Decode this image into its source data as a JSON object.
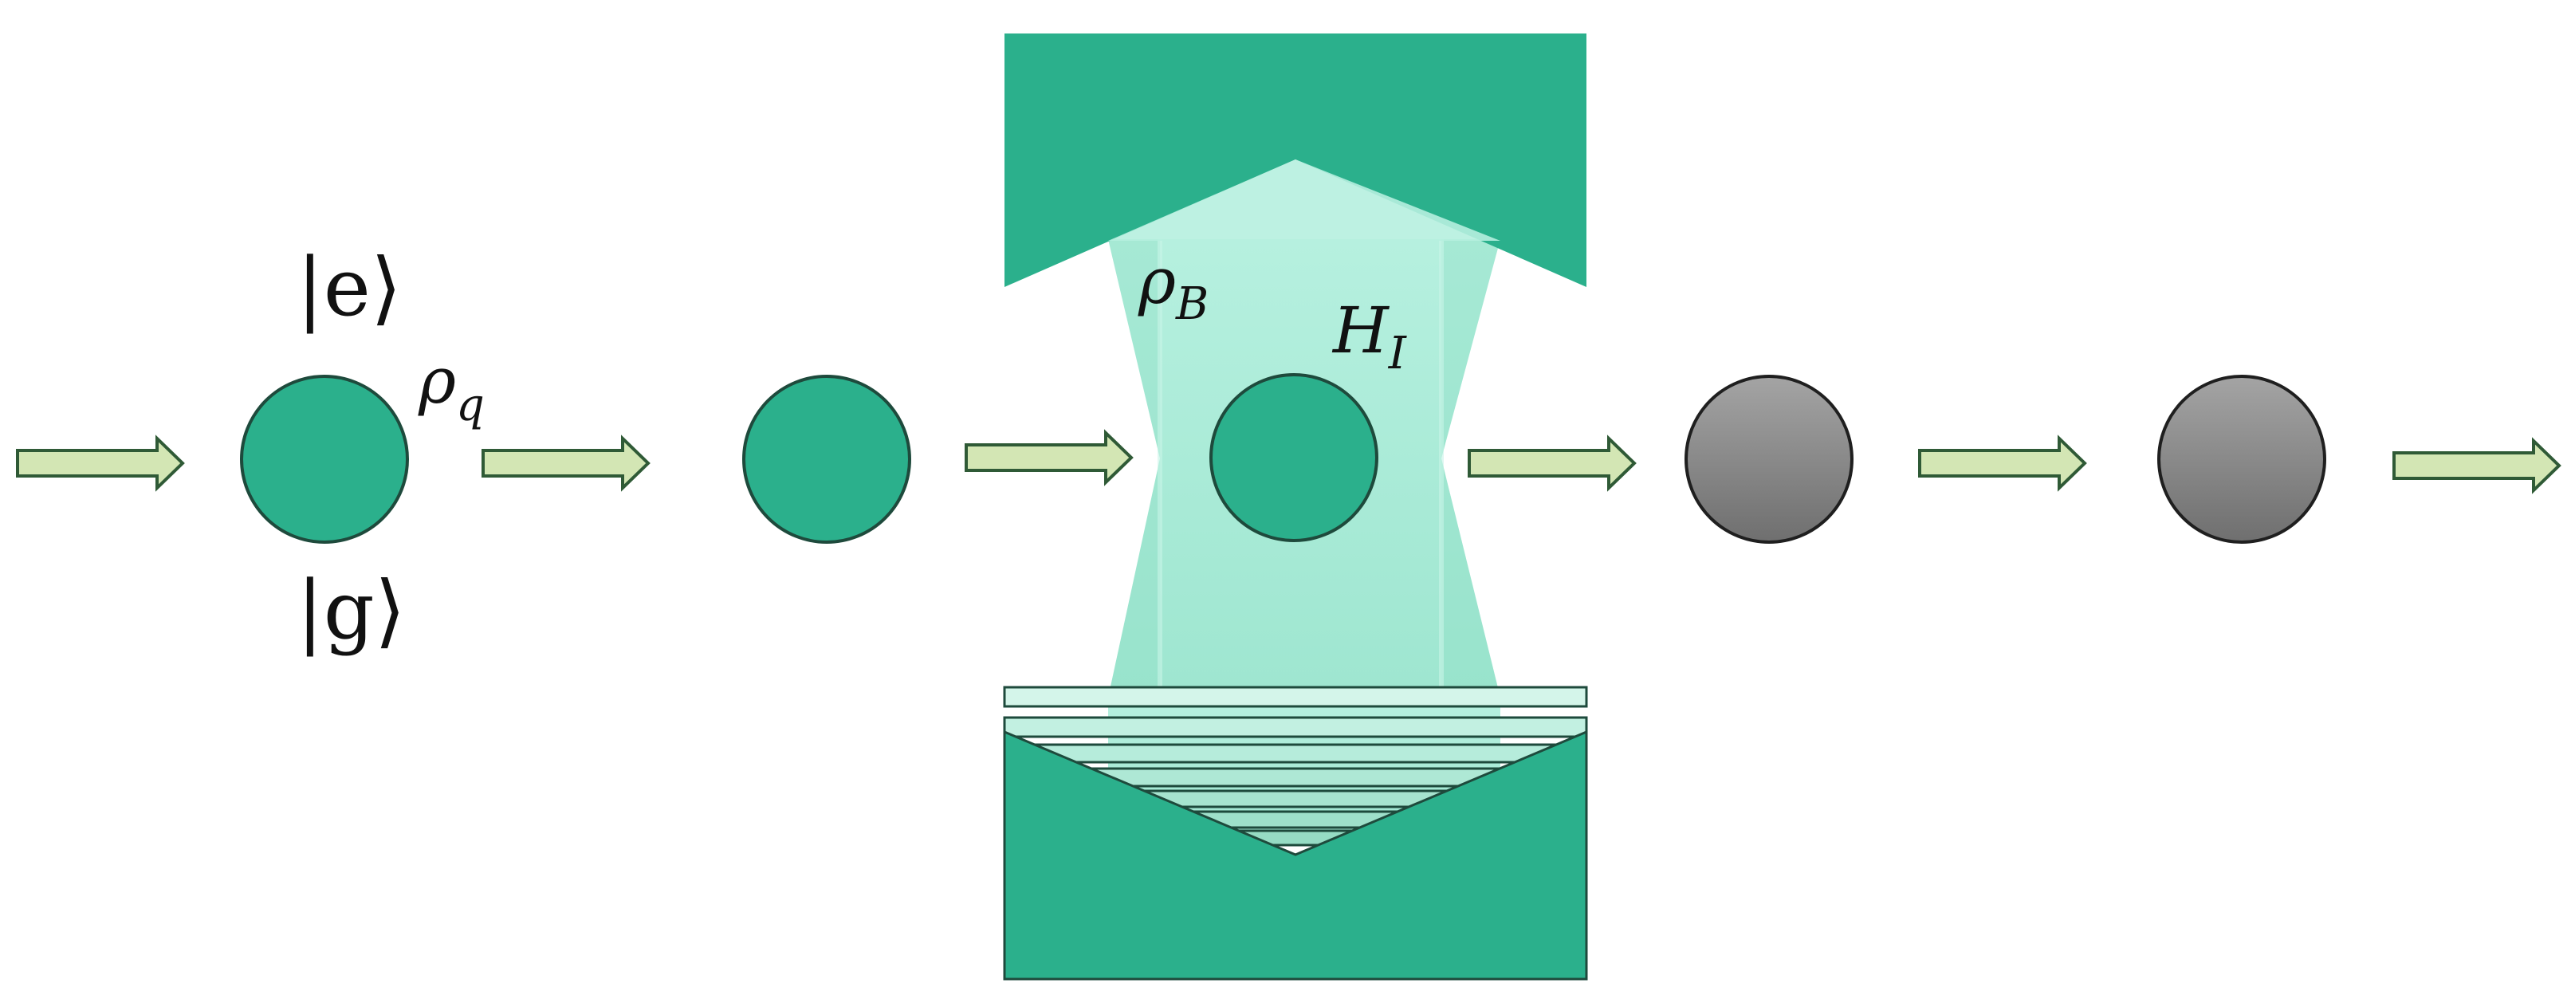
{
  "labels": {
    "excited_ket": "|e⟩",
    "ground_ket": "|g⟩",
    "rho_q_base": "ρ",
    "rho_q_sub": "q",
    "rho_b_base": "ρ",
    "rho_b_sub": "B",
    "h_i_base": "H",
    "h_i_sub": "I"
  },
  "colors": {
    "qubit_active": "#2bb08c",
    "qubit_outline": "#1e4a3c",
    "qubit_spent_top": "#a4a4a4",
    "qubit_spent_bottom": "#6f6f6f",
    "cavity_mirror": "#2bb08c",
    "cavity_field": "#a8ecd8",
    "arrow_fill": "#d3e6b4",
    "arrow_outline": "#2f5a36"
  },
  "icons": [
    "right-arrow-icon",
    "concave-mirror-icon"
  ]
}
